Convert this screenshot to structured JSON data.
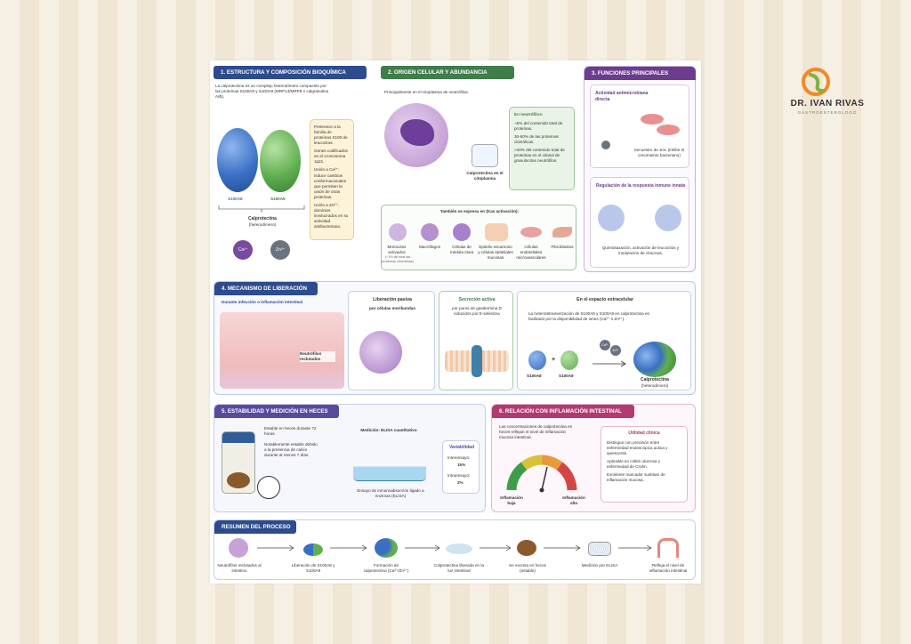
{
  "logo": {
    "name": "DR. IVAN RIVAS",
    "subtitle": "GASTROENTEROLOGO",
    "colors": {
      "orange": "#f08a24",
      "green": "#7cb342"
    }
  },
  "colors": {
    "blue_hdr": "#2d4b8e",
    "green_hdr": "#3f7d4b",
    "purple_hdr": "#6a3d8f",
    "pink_hdr": "#b23a72",
    "s100a8": "#3a6fc4",
    "s100a9": "#5fae4f"
  },
  "s1": {
    "title": "1. ESTRUCTURA Y COMPOSICIÓN BIOQUÍMICA",
    "intro": "La calprotectina es un complejo heterodímero compuesto por las proteínas S100A8 y S100A9 (MRP14/MRP8 o calgranulina A/B).",
    "label_a8": "S100A8",
    "label_a9": "S100A9",
    "complex": "Calprotectina",
    "complex_sub": "(heterodímero)",
    "ion_ca": "Ca²⁺",
    "ion_zn": "Zn²⁺",
    "facts": [
      "Pertenece a la familia de proteínas S100 de leucocitos.",
      "Genes codificados en el cromosoma 1q21.",
      "Unión a Ca²⁺: induce cambios conformacionales que permiten la unión de otras proteínas.",
      "Unión a Zn²⁺: dominios involucrados en su actividad antibacteriana."
    ]
  },
  "s2": {
    "title": "2. ORIGEN CELULAR Y ABUNDANCIA",
    "intro": "Principalmente en el citoplasma de neutrófilos.",
    "caption": "Calprotectina en el citoplasma",
    "box_title": "En neutrófilos:",
    "facts": [
      "~5% del contenido total de proteínas.",
      "30-60% de las proteínas citosólicas.",
      ">40% del contenido total de proteínas en el citosol de granulocitos neutrófilos."
    ],
    "also_title": "También se expresa en (tras activación):",
    "cells": [
      {
        "label": "Monocitos activados",
        "note": "(~1% de total las proteínas citosólicas)"
      },
      {
        "label": "Macrófagos"
      },
      {
        "label": "Células de médula ósea"
      },
      {
        "label": "Epitelio escamoso y células epiteliales mucosas"
      },
      {
        "label": "Células endoteliales microvasculares"
      },
      {
        "label": "Fibroblastos"
      }
    ]
  },
  "s3": {
    "title": "3. FUNCIONES PRINCIPALES",
    "sub1": "Actividad antimicrobiana directa",
    "cap1": "Secuestro de zinc (inhibe el crecimiento bacteriano)",
    "sub2": "Regulación de la respuesta inmune innata",
    "cap2": "Quimiotaxación, activación de leucocitos y modulación de citocinas."
  },
  "s4": {
    "title": "4. MECANISMO DE LIBERACIÓN",
    "sub": "Durante infección o inflamación intestinal",
    "neutro": "Neutrófilos reclutados",
    "passive_title": "Liberación pasiva",
    "passive_sub": "por células moribundas",
    "active_title": "Secreción activa",
    "active_sub": "por poros de gasdermina D inducidos por E-selectina",
    "extra_title": "En el espacio extracelular",
    "extra_text": "La heterotetramerización de S100A8 y S100A9 en calprotectina es facilitado por la disponibilidad de iones (Ca²⁺ o Zn²⁺).",
    "a8": "S100A8",
    "a9": "S100A9",
    "ion1": "Ca²⁺",
    "ion2": "Zn²⁺",
    "result": "Calprotectina",
    "result_sub": "(heterodímero)"
  },
  "s5": {
    "title": "5. ESTABILIDAD Y MEDICIÓN EN HECES",
    "facts": [
      "Estable en heces durante 72 horas.",
      "Notablemente estable debido a la presencia de calcio durante al menos 7 días."
    ],
    "elisa_title": "Medición: ELISA cuantitativo",
    "elisa_caption": "Ensayo de inmunoabsorción ligado a enzimas (ELISA)",
    "var_title": "Variabilidad",
    "var_items": [
      {
        "label": "Interensayo:",
        "value": "15%"
      },
      {
        "label": "Intraensayo:",
        "value": "2%"
      }
    ]
  },
  "s6": {
    "title": "6. RELACIÓN CON INFLAMACIÓN INTESTINAL",
    "text": "Las concentraciones de calprotectina en heces reflejan el nivel de inflamación mucosa intestinal.",
    "low": "Inflamación baja",
    "high": "Inflamación alta",
    "util_title": "Utilidad clínica",
    "util": [
      "Distingue con precisión entre enfermedad endoscópica activa y quiescente.",
      "Aplicable en colitis ulcerosa y enfermedad de Crohn.",
      "Excelente marcador sustituto de inflamación mucosa."
    ]
  },
  "summary": {
    "title": "RESUMEN DEL PROCESO",
    "steps": [
      "Neutrófilos reclutados al intestino",
      "Liberación de S100A8 y S100A9",
      "Formación de calprotectina (Ca²⁺/Zn²⁺)",
      "Calprotectina liberada en la luz intestinal",
      "Se excreta en heces (estable)",
      "Medición por ELISA",
      "Refleja el nivel de inflamación intestinal"
    ]
  }
}
